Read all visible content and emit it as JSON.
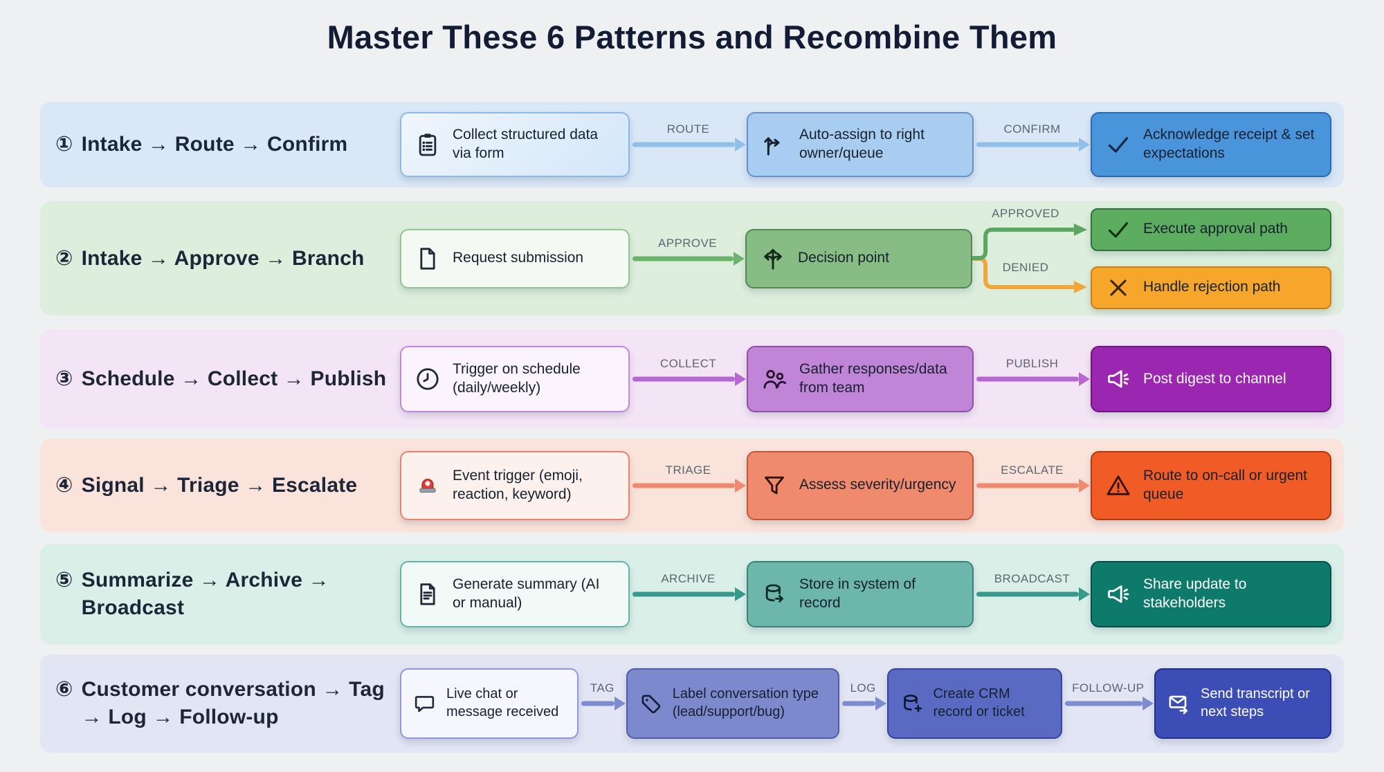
{
  "title": "Master These 6 Patterns and Recombine Them",
  "palette": {
    "background": "#eef0f2",
    "title_color": "#121d35",
    "arrow_label_color": "#5c6670",
    "rows": [
      {
        "band": "#d9e7f7",
        "source_border": "#88b9e9",
        "mid_fill": "#a9cdf0",
        "final_fill": "#4a94dc",
        "arrow": "#8fc0ea"
      },
      {
        "band": "#ddeedd",
        "source_border": "#8cc98c",
        "mid_fill": "#87bd84",
        "approved_fill": "#5dad61",
        "denied_fill": "#f5a62b",
        "approve_arrow": "#6cb36c",
        "denied_arrow": "#f0a63a"
      },
      {
        "band": "#f3e5f6",
        "source_border": "#c685d8",
        "mid_fill": "#c185d7",
        "final_fill": "#9b27b0",
        "arrow": "#b766d2"
      },
      {
        "band": "#fae3da",
        "source_border": "#e8826f",
        "mid_fill": "#f08a6c",
        "final_fill": "#f15c26",
        "arrow": "#ee8a70"
      },
      {
        "band": "#d9efe8",
        "source_border": "#62b4a8",
        "mid_fill": "#6db6ab",
        "final_fill": "#0d7a6c",
        "arrow": "#35998c"
      },
      {
        "band": "#e2e5f4",
        "source_border": "#8d99da",
        "tag_fill": "#7c89cd",
        "log_fill": "#5a6ac2",
        "final_fill": "#3c4eb5",
        "arrow": "#7d8bd0"
      }
    ]
  },
  "rows": [
    {
      "number": "①",
      "label": "Intake → Route → Confirm",
      "nodes": [
        {
          "icon": "clipboard-icon",
          "text": "Collect structured data via form"
        },
        {
          "icon": "route-split-icon",
          "text": "Auto-assign to right owner/queue"
        },
        {
          "icon": "check-icon",
          "text": "Acknowledge receipt & set expectations"
        }
      ],
      "arrows": [
        "ROUTE",
        "CONFIRM"
      ]
    },
    {
      "number": "②",
      "label": "Intake → Approve → Branch",
      "nodes": [
        {
          "icon": "file-icon",
          "text": "Request submission"
        },
        {
          "icon": "directions-icon",
          "text": "Decision point"
        },
        {
          "icon": "check-icon",
          "text": "Execute approval path"
        },
        {
          "icon": "x-icon",
          "text": "Handle rejection path"
        }
      ],
      "arrows": [
        "APPROVE",
        "APPROVED",
        "DENIED"
      ]
    },
    {
      "number": "③",
      "label": "Schedule → Collect → Publish",
      "nodes": [
        {
          "icon": "clock-icon",
          "text": "Trigger on schedule (daily/weekly)"
        },
        {
          "icon": "users-icon",
          "text": "Gather responses/data from team"
        },
        {
          "icon": "megaphone-icon",
          "text": "Post digest to channel"
        }
      ],
      "arrows": [
        "COLLECT",
        "PUBLISH"
      ]
    },
    {
      "number": "④",
      "label": "Signal → Triage → Escalate",
      "nodes": [
        {
          "icon": "siren-icon",
          "text": "Event trigger (emoji, reaction, keyword)"
        },
        {
          "icon": "funnel-icon",
          "text": "Assess severity/urgency"
        },
        {
          "icon": "warning-icon",
          "text": "Route to on-call or urgent queue"
        }
      ],
      "arrows": [
        "TRIAGE",
        "ESCALATE"
      ]
    },
    {
      "number": "⑤",
      "label": "Summarize → Archive → Broadcast",
      "nodes": [
        {
          "icon": "document-icon",
          "text": "Generate summary (AI or manual)"
        },
        {
          "icon": "database-arrow-icon",
          "text": "Store in system of record"
        },
        {
          "icon": "megaphone-icon",
          "text": "Share update to stakeholders"
        }
      ],
      "arrows": [
        "ARCHIVE",
        "BROADCAST"
      ]
    },
    {
      "number": "⑥",
      "label": "Customer conversation → Tag → Log → Follow-up",
      "nodes": [
        {
          "icon": "chat-icon",
          "text": "Live chat or message received"
        },
        {
          "icon": "tag-icon",
          "text": "Label conversation type (lead/support/bug)"
        },
        {
          "icon": "database-plus-icon",
          "text": "Create CRM record or ticket"
        },
        {
          "icon": "mail-arrow-icon",
          "text": "Send transcript or next steps"
        }
      ],
      "arrows": [
        "TAG",
        "LOG",
        "FOLLOW-UP"
      ]
    }
  ]
}
